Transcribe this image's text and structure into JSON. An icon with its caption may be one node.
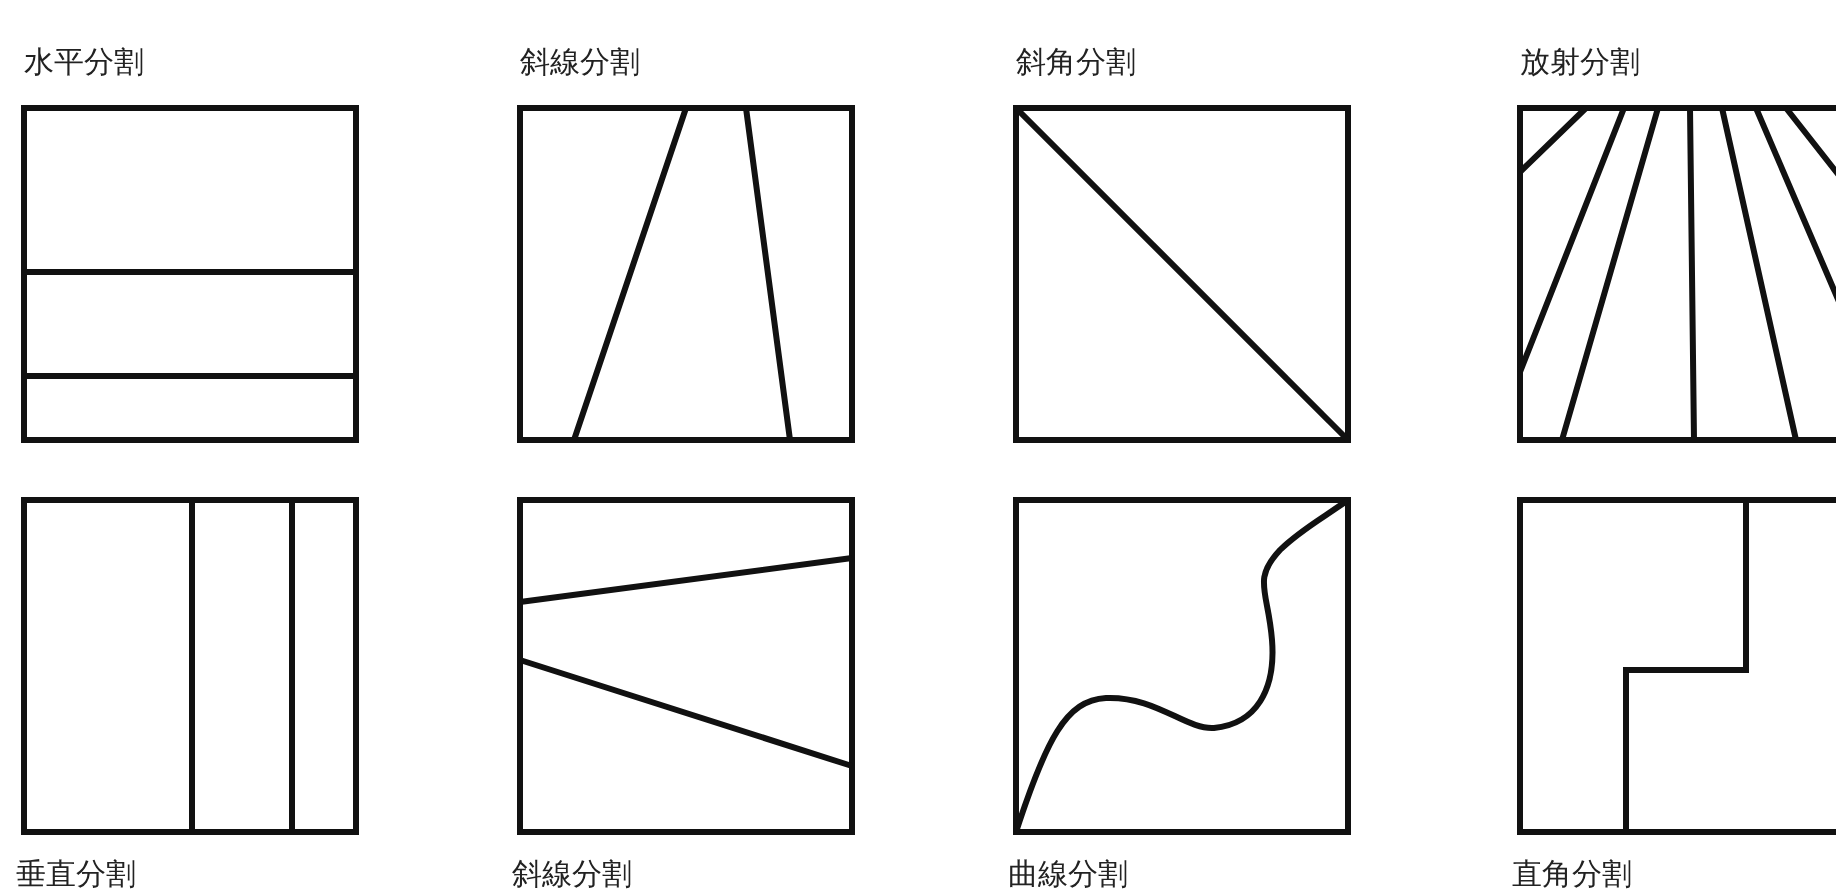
{
  "diagram": {
    "nodes": [
      {
        "text": [
          "水平分割"
        ]
      },
      {
        "text": [
          "斜線分割"
        ]
      },
      {
        "text": [
          "斜角分割"
        ]
      },
      {
        "text": [
          "放射分割"
        ]
      },
      {
        "text": [
          "垂直分割"
        ]
      },
      {
        "text": [
          "斜線分割"
        ]
      },
      {
        "text": [
          "曲線分割"
        ]
      },
      {
        "text": [
          "直角分割"
        ]
      }
    ]
  }
}
